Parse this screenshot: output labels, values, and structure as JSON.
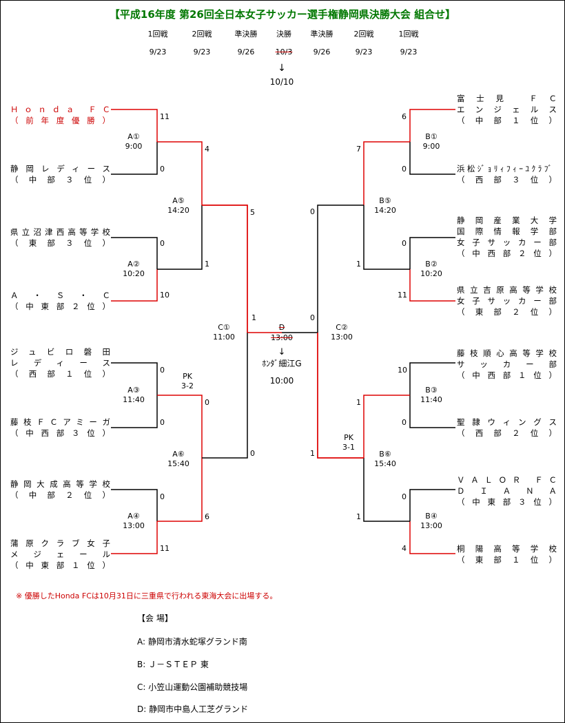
{
  "title": "【平成16年度 第26回全日本女子サッカー選手権静岡県決勝大会 組合せ】",
  "header": {
    "rounds": [
      "1回戦",
      "2回戦",
      "準決勝",
      "決勝",
      "準決勝",
      "2回戦",
      "1回戦"
    ],
    "dates": [
      "9/23",
      "9/23",
      "9/26",
      "10/3",
      "9/26",
      "9/23",
      "9/23"
    ],
    "arrow": "↓",
    "new_final_date": "10/10"
  },
  "left_teams": [
    {
      "lines": [
        "Ｈｏｎｄａ ＦＣ",
        "（前年度優勝）"
      ],
      "score": "11"
    },
    {
      "lines": [
        "静岡レディース",
        "（中部３位）"
      ],
      "score": "0"
    },
    {
      "lines": [
        "県立沼津西高等学校",
        "（東部３位）"
      ],
      "score": "0"
    },
    {
      "lines": [
        "Ａ・Ｓ・Ｃ",
        "（中東部２位）"
      ],
      "score": "10"
    },
    {
      "lines": [
        "ジュビロ磐田",
        "レディース",
        "（西部１位）"
      ],
      "score": "0"
    },
    {
      "lines": [
        "藤枝ＦＣアミーガ",
        "（中西部３位）"
      ],
      "score": "0"
    },
    {
      "lines": [
        "静岡大成高等学校",
        "（中部２位）"
      ],
      "score": "0"
    },
    {
      "lines": [
        "蒲原クラブ女子",
        "メジェール",
        "（中東部１位）"
      ],
      "score": "11"
    }
  ],
  "right_teams": [
    {
      "lines": [
        "富士見 ＦＣ",
        "エンジェルス",
        "（中部１位）"
      ],
      "score": "6"
    },
    {
      "lines": [
        "浜松ｼﾞｮﾘｨﾌｨｰﾕｸﾗﾌﾞ",
        "（西部３位）"
      ],
      "score": "0"
    },
    {
      "lines": [
        "静岡産業大学",
        "国際情報学部",
        "女子サッカー部",
        "（中西部２位）"
      ],
      "score": "0"
    },
    {
      "lines": [
        "県立吉原高等学校",
        "女子サッカー部",
        "（東部２位）"
      ],
      "score": "11"
    },
    {
      "lines": [
        "藤枝順心高等学校",
        "サッカー部",
        "（中西部１位）"
      ],
      "score": "10"
    },
    {
      "lines": [
        "聖隷ウィングス",
        "（西部２位）"
      ],
      "score": "0"
    },
    {
      "lines": [
        "ＶＡＬＯＲ ＦＣ",
        "ＤＩＡＮＡ",
        "（中東部３位）"
      ],
      "score": "0"
    },
    {
      "lines": [
        "桐陽高等学校",
        "（東部１位）"
      ],
      "score": "4"
    }
  ],
  "matches": {
    "A1": {
      "label": "A①",
      "time": "9:00"
    },
    "A2": {
      "label": "A②",
      "time": "10:20"
    },
    "A3": {
      "label": "A③",
      "time": "11:40"
    },
    "A4": {
      "label": "A④",
      "time": "13:00"
    },
    "A5": {
      "label": "A⑤",
      "time": "14:20"
    },
    "A6": {
      "label": "A⑥",
      "time": "15:40",
      "pk": "PK",
      "pk_score": "3-2"
    },
    "B1": {
      "label": "B①",
      "time": "9:00"
    },
    "B2": {
      "label": "B②",
      "time": "10:20"
    },
    "B3": {
      "label": "B③",
      "time": "11:40"
    },
    "B4": {
      "label": "B④",
      "time": "13:00"
    },
    "B5": {
      "label": "B⑤",
      "time": "14:20"
    },
    "B6": {
      "label": "B⑥",
      "time": "15:40",
      "pk": "PK",
      "pk_score": "3-1"
    },
    "C1": {
      "label": "C①",
      "time": "11:00"
    },
    "C2": {
      "label": "C②",
      "time": "13:00"
    }
  },
  "round2_scores": {
    "left_a5_top": "4",
    "left_a5_bottom": "1",
    "left_a6_top": "0",
    "left_a6_bottom": "6",
    "right_b5_top": "7",
    "right_b5_bottom": "1",
    "right_b6_top": "1",
    "right_b6_bottom": "1"
  },
  "semi_scores": {
    "c1_top": "5",
    "c1_bottom": "0",
    "c2_top": "0",
    "c2_bottom": "1"
  },
  "final_scores": {
    "left": "1",
    "right": "0"
  },
  "final": {
    "label": "D",
    "time": "13:00",
    "new_venue": "ﾎﾝﾀﾞ細江G",
    "arrow": "↓",
    "new_time": "10:00"
  },
  "note": "※ 優勝したHonda FCは10月31日に三重県で行われる東海大会に出場する。",
  "venues": {
    "heading": "【会 場】",
    "items": [
      "A: 静岡市清水蛇塚グランド南",
      "B: Ｊ－ＳＴＥＰ 東",
      "C: 小笠山運動公園補助競技場",
      "D: 静岡市中島人工芝グランド"
    ]
  },
  "colors": {
    "win": "#dd0000",
    "line": "#000000",
    "title": "#007700"
  }
}
